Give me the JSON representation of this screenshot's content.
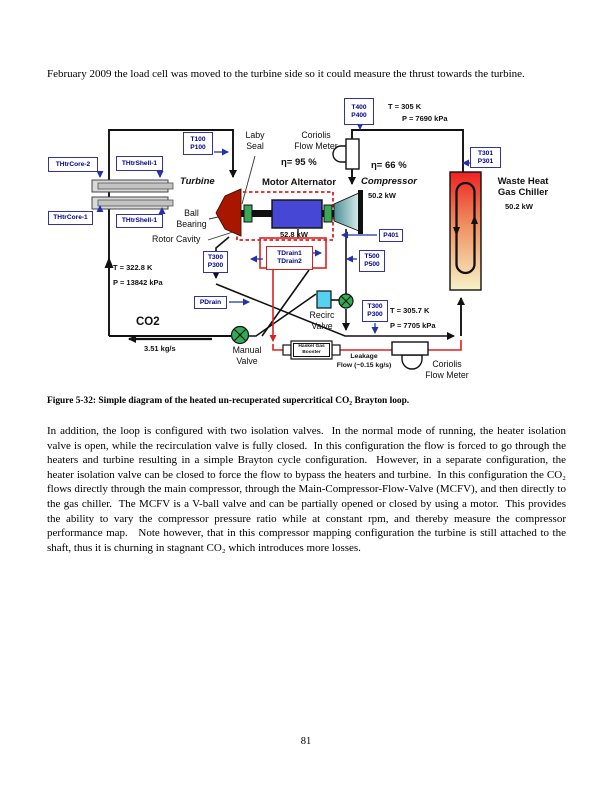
{
  "document": {
    "intro": "February 2009 the load cell was moved to the turbine side so it could measure the thrust towards the turbine.",
    "caption": "Figure 5-32:  Simple diagram of the heated un-recuperated supercritical CO₂ Brayton loop.",
    "body": "In addition, the loop is configured with two isolation valves.  In the normal mode of running, the heater isolation valve is open, while the recirculation valve is fully closed.  In this configuration the flow is forced to go through the heaters and turbine resulting in a simple Brayton cycle configuration.  However, in a separate configuration, the heater isolation valve can be closed to force the flow to bypass the heaters and turbine.  In this configuration the CO₂ flows directly through the main compressor, through the Main-Compressor-Flow-Valve (MCFV), and then directly to the gas chiller.  The MCFV is a V-ball valve and can be partially opened or closed by using a motor.  This provides the ability to vary the compressor pressure ratio while at constant rpm, and thereby measure the compressor performance map.   Note however, that in this compressor mapping configuration the turbine is still attached to the shaft, thus it is churning in stagnant CO₂ which introduces more losses.",
    "page_number": "81"
  },
  "diagram": {
    "sensors": {
      "t100_p100": "T100\nP100",
      "t400_p400": "T400\nP400",
      "t301_p301": "T301\nP301",
      "thtr_core_2": "THtrCore-2",
      "thtr_shell_1_top": "THtrShell-1",
      "thtr_core_1": "THtrCore-1",
      "thtr_shell_1_bottom": "THtrShell-1",
      "t300_p300_left": "T300\nP300",
      "t500_p500": "T500\nP500",
      "p401": "P401",
      "pdrain": "PDrain",
      "tdrain": "TDrain1\nTDrain2",
      "t300_p300_right": "T300\nP300"
    },
    "components": {
      "turbine": "Turbine",
      "motor_alternator": "Motor Alternator",
      "compressor": "Compressor",
      "waste_heat_gas_chiller": "Waste Heat\nGas Chiller",
      "laby_seal": "Laby\nSeal",
      "coriolis_top": "Coriolis\nFlow Meter",
      "coriolis_bottom": "Coriolis\nFlow Meter",
      "ball_bearing": "Ball\nBearing",
      "rotor_cavity": "Rotor Cavity",
      "manual_valve": "Manual\nValve",
      "recirc_valve": "Recirc\nValve",
      "haskel_booster": "Haskel Gas\nBooster"
    },
    "values": {
      "eta_turbine": "η= 95 %",
      "eta_compressor": "η= 66 %",
      "motor_power": "52.8 kW",
      "compressor_power": "50.2 kW",
      "chiller_power": "50.2 kW",
      "compressor_inlet_t": "T = 305 K",
      "compressor_inlet_p": "P = 7690 kPa",
      "heater_inlet_t": "T = 322.8 K",
      "heater_inlet_p": "P = 13842 kPa",
      "chiller_inlet_t": "T = 305.7 K",
      "chiller_inlet_p": "P = 7705 kPa",
      "working_fluid": "CO2",
      "mass_flow": "3.51 kg/s",
      "leakage_flow": "Leakage\nFlow (~0.15 kg/s)"
    },
    "colors": {
      "sensor_text": "#00008b",
      "sensor_border": "#3333a0",
      "turbine_red": "#a81600",
      "motor_blue": "#4747d6",
      "bearing_green": "#3aa857",
      "compressor_teal": "#5b9aa3",
      "chiller_hot": "#ee2222",
      "chiller_cold": "#f7f3c8",
      "valve_green": "#2fae53",
      "actuator_cyan": "#55d2f0",
      "leakage_pipe_red": "#e02020",
      "rotor_cavity_dashed": "#e02020"
    }
  }
}
